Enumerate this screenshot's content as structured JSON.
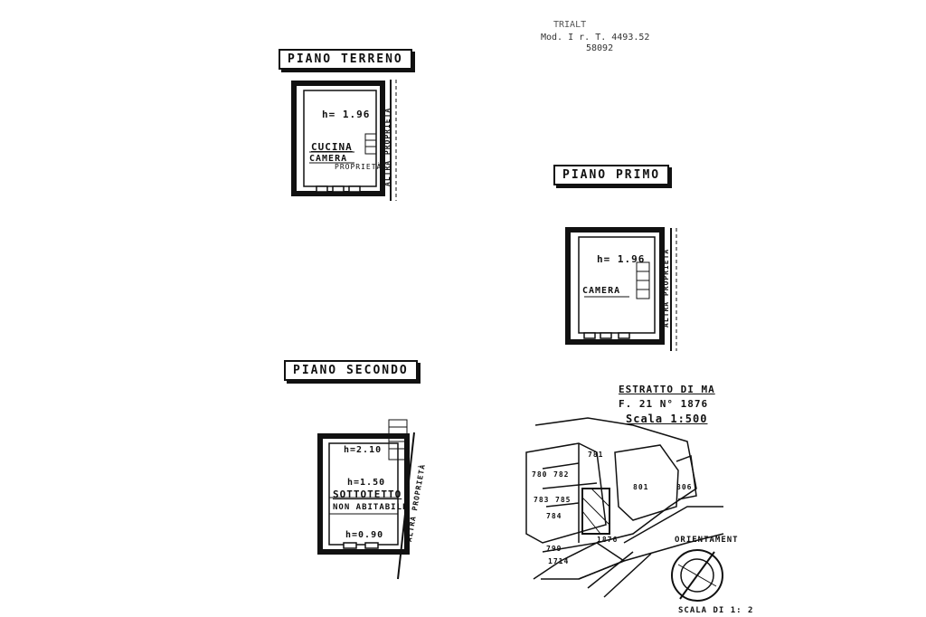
{
  "stamp": {
    "line1": "TRIALT",
    "line2": "Mod. I r. T. 4493.52",
    "line3": "58092"
  },
  "floors": {
    "terreno": {
      "title": "PIANO  TERRENO",
      "height": "h= 1.96",
      "room1": "CUCINA",
      "room2": "CAMERA",
      "note": "PROPRIETÀ",
      "side": "ALTRA PROPRIETÀ"
    },
    "primo": {
      "title": "PIANO  PRIMO",
      "height": "h= 1.96",
      "room": "CAMERA",
      "side": "ALTRA PROPRIETÀ"
    },
    "secondo": {
      "title": "PIANO  SECONDO",
      "height_top": "h=2.10",
      "height_mid": "h=1.50",
      "room": "SOTTOTETTO",
      "note": "NON ABITABILE",
      "height_bottom": "h=0.90",
      "side": "ALTRA PROPRIETÀ"
    }
  },
  "estratto": {
    "line1": "ESTRATTO DI MA",
    "line2": "F. 21  N° 1876",
    "line3": "Scala  1:500",
    "parcels": [
      "781",
      "780",
      "782",
      "801",
      "806",
      "783",
      "784",
      "785",
      "1876",
      "799",
      "1714"
    ],
    "orientation": "ORIENTAMENT",
    "scale_note": "SCALA DI 1: 2"
  }
}
